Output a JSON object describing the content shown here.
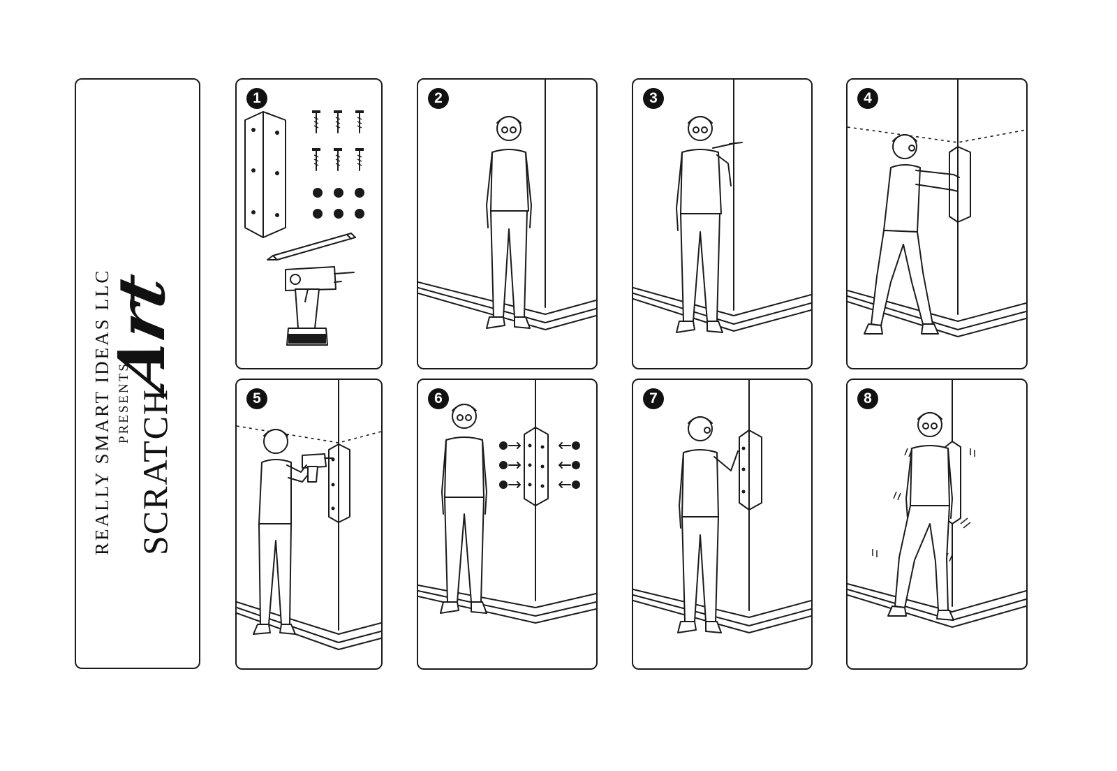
{
  "title": {
    "company": "REALLY SMART IDEAS LLC",
    "presents": "PRESENTS",
    "product_plain": "SCRATCH",
    "product_script": "Art"
  },
  "steps": [
    {
      "number": "1"
    },
    {
      "number": "2"
    },
    {
      "number": "3"
    },
    {
      "number": "4"
    },
    {
      "number": "5"
    },
    {
      "number": "6"
    },
    {
      "number": "7"
    },
    {
      "number": "8"
    }
  ]
}
